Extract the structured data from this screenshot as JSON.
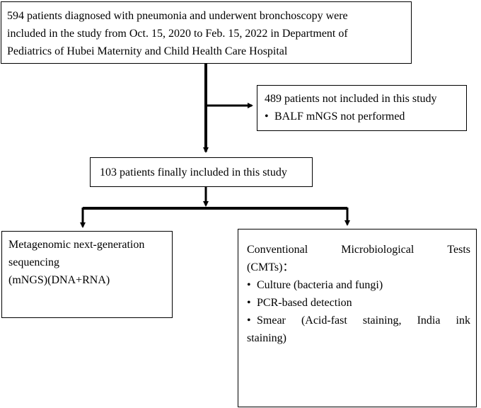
{
  "start": {
    "lines": [
      "594 patients diagnosed with pneumonia and underwent bronchoscopy were",
      "included in the study from Oct. 15, 2020 to Feb. 15, 2022 in Department of",
      "Pediatrics of Hubei Maternity and Child Health Care Hospital"
    ]
  },
  "excluded": {
    "title": "489 patients not included in this study",
    "bullet": "BALF mNGS not performed"
  },
  "included": {
    "text": "103 patients finally included in this study"
  },
  "mngs": {
    "lines": [
      "Metagenomic next-generation",
      "sequencing",
      "(mNGS)(DNA+RNA)"
    ]
  },
  "cmt": {
    "line1_words": [
      "Conventional",
      "Microbiological",
      "Tests"
    ],
    "line2": "(CMTs)：",
    "bullets": [
      "Culture (bacteria and fungi)",
      "PCR-based detection"
    ],
    "bullet3_line1_words": [
      "Smear",
      "(Acid-fast",
      "staining,",
      "India",
      "ink"
    ],
    "bullet3_line2": "staining)"
  },
  "bullet_symbol": "•"
}
